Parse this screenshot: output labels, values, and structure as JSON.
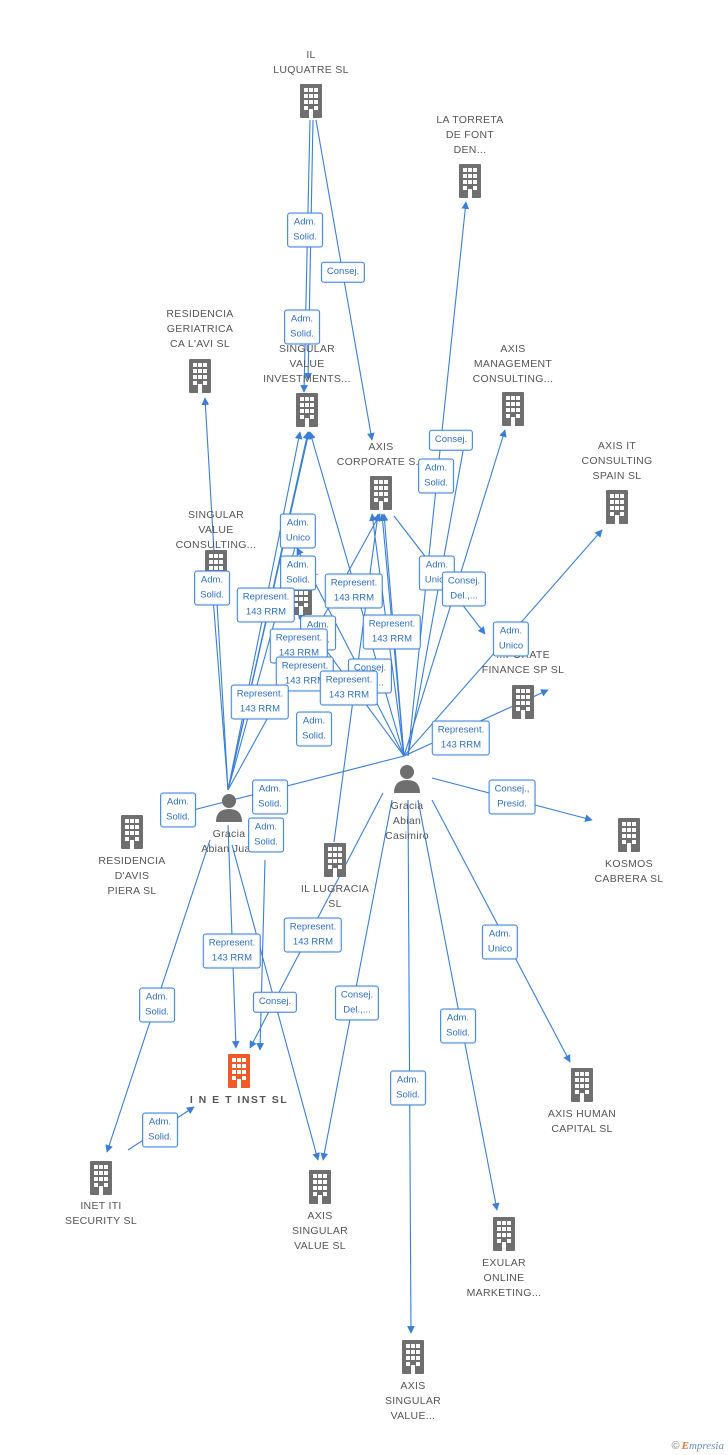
{
  "colors": {
    "edge": "#3a7fd5",
    "building": "#6f6f6f",
    "focus_building": "#f05a28",
    "person": "#6f6f6f"
  },
  "nodes": [
    {
      "id": "il_luquatre",
      "label": "IL\nLUQUATRE SL",
      "icon": "building-icon"
    },
    {
      "id": "la_torreta",
      "label": "LA TORRETA\nDE FONT\nDEN...",
      "icon": "building-icon"
    },
    {
      "id": "residencia_geriatrica",
      "label": "RESIDENCIA\nGERIATRICA\nCA L'AVI SL",
      "icon": "building-icon"
    },
    {
      "id": "singular_value_investments",
      "label": "SINGULAR\nVALUE\nINVESTMENTS...",
      "icon": "building-icon"
    },
    {
      "id": "axis_management",
      "label": "AXIS\nMANAGEMENT\nCONSULTING...",
      "icon": "building-icon"
    },
    {
      "id": "axis_corporate",
      "label": "AXIS\nCORPORATE S...",
      "icon": "building-icon"
    },
    {
      "id": "axis_it",
      "label": "AXIS IT\nCONSULTING\nSPAIN SL",
      "icon": "building-icon"
    },
    {
      "id": "singular_value_consulting",
      "label": "SINGULAR\nVALUE\nCONSULTING...",
      "icon": "building-icon"
    },
    {
      "id": "inv_hidden",
      "label": "INVE...",
      "icon": "building-icon"
    },
    {
      "id": "corporate_finance",
      "label": "...PORATE\nFINANCE SP  SL",
      "icon": "building-icon"
    },
    {
      "id": "residencia_avis",
      "label": "RESIDENCIA\nD'AVIS\nPIERA SL",
      "icon": "building-icon"
    },
    {
      "id": "gracia_juan",
      "label": "Gracia\nAbian Juan",
      "icon": "person-icon"
    },
    {
      "id": "gracia_casimiro",
      "label": "Gracia\nAbian\nCasimiro",
      "icon": "person-icon"
    },
    {
      "id": "il_lugracia",
      "label": "IL LUGRACIA\nSL",
      "icon": "building-icon"
    },
    {
      "id": "kosmos",
      "label": "KOSMOS\nCABRERA SL",
      "icon": "building-icon"
    },
    {
      "id": "inetinst",
      "label": "I N E T INST SL",
      "icon": "building-icon",
      "focus": true
    },
    {
      "id": "axis_human",
      "label": "AXIS HUMAN\nCAPITAL SL",
      "icon": "building-icon"
    },
    {
      "id": "inetiti",
      "label": "INET ITI\nSECURITY  SL",
      "icon": "building-icon"
    },
    {
      "id": "axis_singular_value_sl",
      "label": "AXIS\nSINGULAR\nVALUE  SL",
      "icon": "building-icon"
    },
    {
      "id": "exular",
      "label": "EXULAR\nONLINE\nMARKETING...",
      "icon": "building-icon"
    },
    {
      "id": "axis_singular_value_dots",
      "label": "AXIS\nSINGULAR\nVALUE...",
      "icon": "building-icon"
    }
  ],
  "edge_labels": [
    {
      "text": "Adm.\nSolid."
    },
    {
      "text": "Consej."
    },
    {
      "text": "Adm.\nSolid."
    },
    {
      "text": "Consej."
    },
    {
      "text": "Adm.\nSolid."
    },
    {
      "text": "Adm.\nUnico"
    },
    {
      "text": "Adm.\nSolid."
    },
    {
      "text": "Adm.\nSolid."
    },
    {
      "text": "Adm.\nUnico"
    },
    {
      "text": "Consej.\nDel.,..."
    },
    {
      "text": "Represent.\n143 RRM"
    },
    {
      "text": "Represent.\n143 RRM"
    },
    {
      "text": "Represent.\n143 RRM"
    },
    {
      "text": "Adm.\nUnico"
    },
    {
      "text": "Adm.\nSolid."
    },
    {
      "text": "Represent.\n143 RRM"
    },
    {
      "text": "Represent.\n143 RRM"
    },
    {
      "text": "Consej.\nDel.,..."
    },
    {
      "text": "Represent.\n143 RRM"
    },
    {
      "text": "Represent.\n143 RRM"
    },
    {
      "text": "Adm.\nSolid."
    },
    {
      "text": "Represent.\n143 RRM"
    },
    {
      "text": "Adm.\nSolid."
    },
    {
      "text": "Adm.\nSolid."
    },
    {
      "text": "Consej.,\nPresid."
    },
    {
      "text": "Adm.\nSolid."
    },
    {
      "text": "Represent.\n143 RRM"
    },
    {
      "text": "Represent.\n143 RRM"
    },
    {
      "text": "Adm.\nUnico"
    },
    {
      "text": "Adm.\nSolid."
    },
    {
      "text": "Consej."
    },
    {
      "text": "Consej.\nDel.,..."
    },
    {
      "text": "Adm.\nSolid."
    },
    {
      "text": "Adm.\nSolid."
    },
    {
      "text": "Adm.\nSolid."
    }
  ],
  "footer": {
    "copyright": "©",
    "brand_first": "E",
    "brand_rest": "mpresia"
  }
}
